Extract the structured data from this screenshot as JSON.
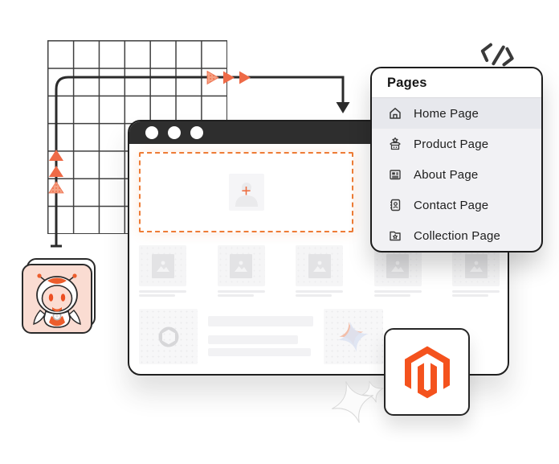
{
  "pages_panel": {
    "title": "Pages",
    "items": [
      {
        "label": "Home Page",
        "icon": "home-icon",
        "active": true
      },
      {
        "label": "Product Page",
        "icon": "product-box-icon",
        "active": false
      },
      {
        "label": "About Page",
        "icon": "newspaper-icon",
        "active": false
      },
      {
        "label": "Contact Page",
        "icon": "contact-book-icon",
        "active": false
      },
      {
        "label": "Collection Page",
        "icon": "collection-folder-icon",
        "active": false
      }
    ]
  },
  "browser_mockup": {
    "window_dots_count": 3,
    "add_placeholder_plus": "+"
  },
  "decorative_icons": [
    "code-slash-icon",
    "openai-logo-icon",
    "ai-sparkle-icon",
    "magento-logo-icon",
    "robot-mascot-illustration",
    "image-placeholder-icon",
    "arrow-right-icons",
    "arrow-up-icons",
    "star-decorations",
    "grid-pattern"
  ],
  "colors": {
    "orange_accent": "#ee6a47",
    "orange_dashed": "#ee7c36",
    "magento_orange": "#f4521d",
    "window_bar_dark": "#2e2e2e",
    "outline_dark": "#1f1f1f",
    "panel_body": "#f1f1f4",
    "panel_active_row": "#e7e8ed",
    "robot_card_peach": "#fadcd2"
  }
}
